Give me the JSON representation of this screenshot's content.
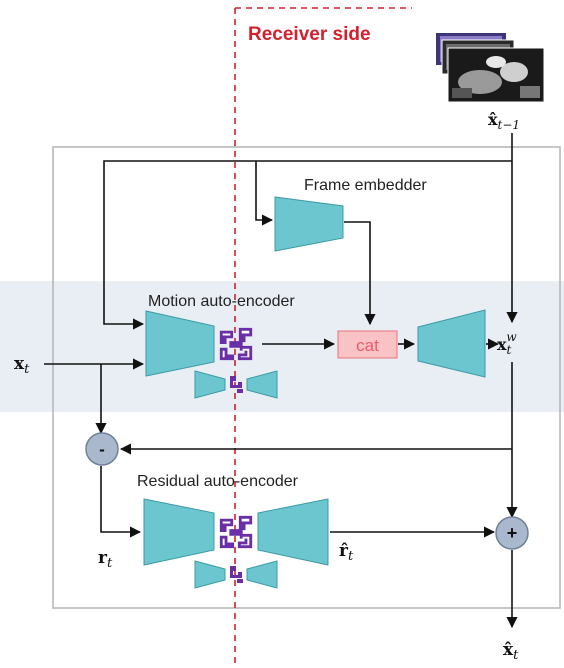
{
  "receiver_label": "Receiver side",
  "blocks": {
    "frame_embedder": "Frame embedder",
    "motion_autoencoder": "Motion auto-encoder",
    "residual_autoencoder": "Residual auto-encoder",
    "cat": "cat"
  },
  "operators": {
    "minus": "-",
    "plus": "+"
  },
  "symbols": {
    "x_prev": {
      "base": "x̂",
      "sub": "t−1"
    },
    "x_t": {
      "base": "x",
      "sub": "t"
    },
    "x_warp": {
      "base": "x",
      "sub": "t",
      "sup": "w"
    },
    "r_t": {
      "base": "r",
      "sub": "t"
    },
    "r_hat": {
      "base": "r̂",
      "sub": "t"
    },
    "x_hat": {
      "base": "x̂",
      "sub": "t"
    }
  },
  "colors": {
    "encoder_teal": "#6cc6cf",
    "encoder_stroke": "#3b9aa3",
    "code_purple": "#6a2fa6",
    "receiver_red": "#d3202e",
    "cat_fill": "#f9c3c6",
    "cat_stroke": "#e8717b",
    "cat_text": "#ec5b67",
    "band_fill": "#e9eef5",
    "operator_fill": "#a9b8cc",
    "arrow": "#111111"
  }
}
